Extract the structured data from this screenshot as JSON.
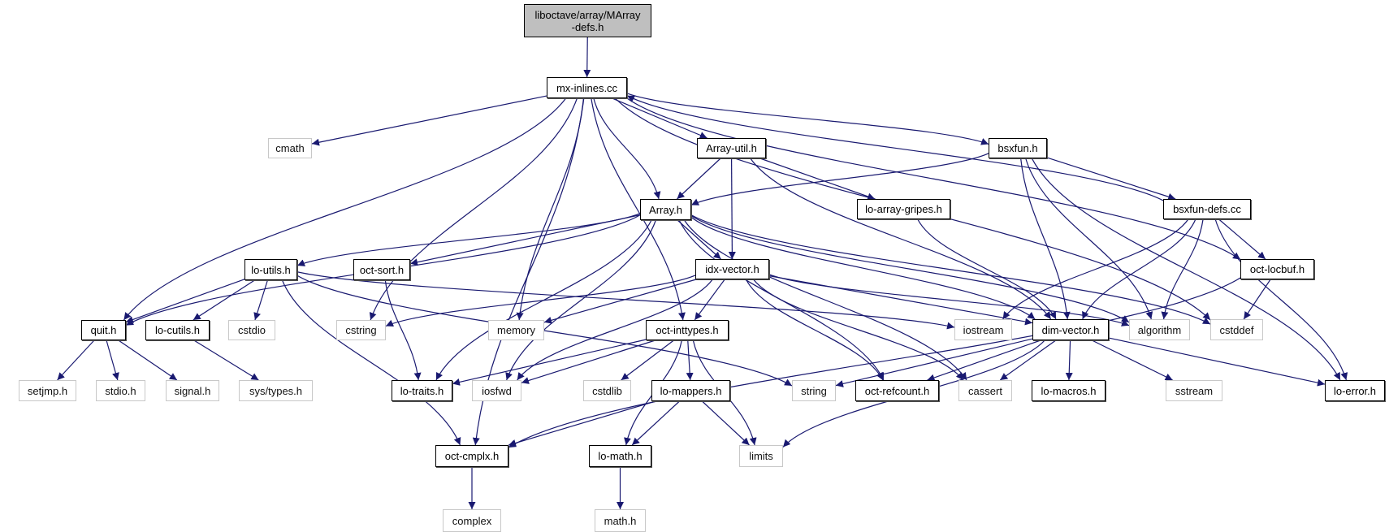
{
  "diagram": {
    "type": "include-dependency-graph",
    "root": "liboctave/array/MArray-defs.h",
    "colors": {
      "edge": "#191970",
      "root_fill": "#bfbfbf",
      "doc_border": "#000000",
      "system_border": "#c8c8c8"
    },
    "nodes": [
      {
        "id": "root",
        "label": "liboctave/array/MArray\n-defs.h",
        "kind": "root"
      },
      {
        "id": "mx-inlines",
        "label": "mx-inlines.cc",
        "kind": "doc"
      },
      {
        "id": "cmath",
        "label": "cmath",
        "kind": "sys"
      },
      {
        "id": "array-util",
        "label": "Array-util.h",
        "kind": "doc"
      },
      {
        "id": "bsxfun",
        "label": "bsxfun.h",
        "kind": "doc"
      },
      {
        "id": "array",
        "label": "Array.h",
        "kind": "doc"
      },
      {
        "id": "lo-array-gripes",
        "label": "lo-array-gripes.h",
        "kind": "doc"
      },
      {
        "id": "bsxfun-defs",
        "label": "bsxfun-defs.cc",
        "kind": "doc"
      },
      {
        "id": "lo-utils",
        "label": "lo-utils.h",
        "kind": "doc"
      },
      {
        "id": "oct-sort",
        "label": "oct-sort.h",
        "kind": "doc"
      },
      {
        "id": "idx-vector",
        "label": "idx-vector.h",
        "kind": "doc"
      },
      {
        "id": "oct-locbuf",
        "label": "oct-locbuf.h",
        "kind": "doc"
      },
      {
        "id": "quit",
        "label": "quit.h",
        "kind": "doc"
      },
      {
        "id": "lo-cutils",
        "label": "lo-cutils.h",
        "kind": "doc"
      },
      {
        "id": "cstdio",
        "label": "cstdio",
        "kind": "sys"
      },
      {
        "id": "cstring",
        "label": "cstring",
        "kind": "sys"
      },
      {
        "id": "memory",
        "label": "memory",
        "kind": "sys"
      },
      {
        "id": "oct-inttypes",
        "label": "oct-inttypes.h",
        "kind": "doc"
      },
      {
        "id": "iostream",
        "label": "iostream",
        "kind": "sys"
      },
      {
        "id": "dim-vector",
        "label": "dim-vector.h",
        "kind": "doc"
      },
      {
        "id": "algorithm",
        "label": "algorithm",
        "kind": "sys"
      },
      {
        "id": "cstddef",
        "label": "cstddef",
        "kind": "sys"
      },
      {
        "id": "setjmp",
        "label": "setjmp.h",
        "kind": "sys"
      },
      {
        "id": "stdio",
        "label": "stdio.h",
        "kind": "sys"
      },
      {
        "id": "signal",
        "label": "signal.h",
        "kind": "sys"
      },
      {
        "id": "sys-types",
        "label": "sys/types.h",
        "kind": "sys"
      },
      {
        "id": "lo-traits",
        "label": "lo-traits.h",
        "kind": "doc"
      },
      {
        "id": "iosfwd",
        "label": "iosfwd",
        "kind": "sys"
      },
      {
        "id": "cstdlib",
        "label": "cstdlib",
        "kind": "sys"
      },
      {
        "id": "lo-mappers",
        "label": "lo-mappers.h",
        "kind": "doc"
      },
      {
        "id": "string",
        "label": "string",
        "kind": "sys"
      },
      {
        "id": "oct-refcount",
        "label": "oct-refcount.h",
        "kind": "doc"
      },
      {
        "id": "cassert",
        "label": "cassert",
        "kind": "sys"
      },
      {
        "id": "lo-macros",
        "label": "lo-macros.h",
        "kind": "doc"
      },
      {
        "id": "sstream",
        "label": "sstream",
        "kind": "sys"
      },
      {
        "id": "lo-error",
        "label": "lo-error.h",
        "kind": "doc"
      },
      {
        "id": "oct-cmplx",
        "label": "oct-cmplx.h",
        "kind": "doc"
      },
      {
        "id": "lo-math",
        "label": "lo-math.h",
        "kind": "doc"
      },
      {
        "id": "limits",
        "label": "limits",
        "kind": "sys"
      },
      {
        "id": "complex",
        "label": "complex",
        "kind": "sys"
      },
      {
        "id": "math-h",
        "label": "math.h",
        "kind": "sys"
      }
    ],
    "edges": [
      [
        "root",
        "mx-inlines"
      ],
      [
        "mx-inlines",
        "cmath"
      ],
      [
        "mx-inlines",
        "array-util"
      ],
      [
        "mx-inlines",
        "bsxfun"
      ],
      [
        "mx-inlines",
        "array"
      ],
      [
        "mx-inlines",
        "quit"
      ],
      [
        "mx-inlines",
        "oct-cmplx"
      ],
      [
        "mx-inlines",
        "cstring"
      ],
      [
        "mx-inlines",
        "memory"
      ],
      [
        "mx-inlines",
        "oct-inttypes"
      ],
      [
        "mx-inlines",
        "oct-locbuf"
      ],
      [
        "mx-inlines",
        "cstddef"
      ],
      [
        "array-util",
        "array"
      ],
      [
        "array-util",
        "idx-vector"
      ],
      [
        "array-util",
        "lo-array-gripes"
      ],
      [
        "array-util",
        "dim-vector"
      ],
      [
        "bsxfun",
        "array"
      ],
      [
        "bsxfun",
        "bsxfun-defs"
      ],
      [
        "bsxfun",
        "dim-vector"
      ],
      [
        "bsxfun",
        "algorithm"
      ],
      [
        "bsxfun",
        "lo-error"
      ],
      [
        "bsxfun-defs",
        "mx-inlines"
      ],
      [
        "bsxfun-defs",
        "oct-locbuf"
      ],
      [
        "bsxfun-defs",
        "iostream"
      ],
      [
        "bsxfun-defs",
        "dim-vector"
      ],
      [
        "bsxfun-defs",
        "algorithm"
      ],
      [
        "bsxfun-defs",
        "lo-error"
      ],
      [
        "array",
        "lo-utils"
      ],
      [
        "array",
        "oct-sort"
      ],
      [
        "array",
        "idx-vector"
      ],
      [
        "array",
        "quit"
      ],
      [
        "array",
        "lo-traits"
      ],
      [
        "array",
        "iosfwd"
      ],
      [
        "array",
        "oct-refcount"
      ],
      [
        "array",
        "cassert"
      ],
      [
        "array",
        "dim-vector"
      ],
      [
        "array",
        "algorithm"
      ],
      [
        "array",
        "cstddef"
      ],
      [
        "lo-array-gripes",
        "dim-vector"
      ],
      [
        "lo-utils",
        "quit"
      ],
      [
        "lo-utils",
        "lo-cutils"
      ],
      [
        "lo-utils",
        "cstdio"
      ],
      [
        "lo-utils",
        "iostream"
      ],
      [
        "lo-utils",
        "string"
      ],
      [
        "lo-utils",
        "oct-cmplx"
      ],
      [
        "oct-sort",
        "lo-traits"
      ],
      [
        "idx-vector",
        "cstring"
      ],
      [
        "idx-vector",
        "memory"
      ],
      [
        "idx-vector",
        "oct-inttypes"
      ],
      [
        "idx-vector",
        "iosfwd"
      ],
      [
        "idx-vector",
        "oct-refcount"
      ],
      [
        "idx-vector",
        "cassert"
      ],
      [
        "idx-vector",
        "dim-vector"
      ],
      [
        "idx-vector",
        "algorithm"
      ],
      [
        "oct-locbuf",
        "cstddef"
      ],
      [
        "oct-locbuf",
        "oct-cmplx"
      ],
      [
        "quit",
        "setjmp"
      ],
      [
        "quit",
        "stdio"
      ],
      [
        "quit",
        "signal"
      ],
      [
        "lo-cutils",
        "sys-types"
      ],
      [
        "oct-inttypes",
        "lo-traits"
      ],
      [
        "oct-inttypes",
        "iosfwd"
      ],
      [
        "oct-inttypes",
        "cstdlib"
      ],
      [
        "oct-inttypes",
        "lo-mappers"
      ],
      [
        "oct-inttypes",
        "lo-math"
      ],
      [
        "oct-inttypes",
        "limits"
      ],
      [
        "dim-vector",
        "string"
      ],
      [
        "dim-vector",
        "oct-refcount"
      ],
      [
        "dim-vector",
        "cassert"
      ],
      [
        "dim-vector",
        "lo-macros"
      ],
      [
        "dim-vector",
        "sstream"
      ],
      [
        "dim-vector",
        "lo-error"
      ],
      [
        "dim-vector",
        "limits"
      ],
      [
        "lo-mappers",
        "oct-cmplx"
      ],
      [
        "lo-mappers",
        "lo-math"
      ],
      [
        "lo-mappers",
        "limits"
      ],
      [
        "oct-cmplx",
        "complex"
      ],
      [
        "lo-math",
        "math-h"
      ]
    ]
  }
}
